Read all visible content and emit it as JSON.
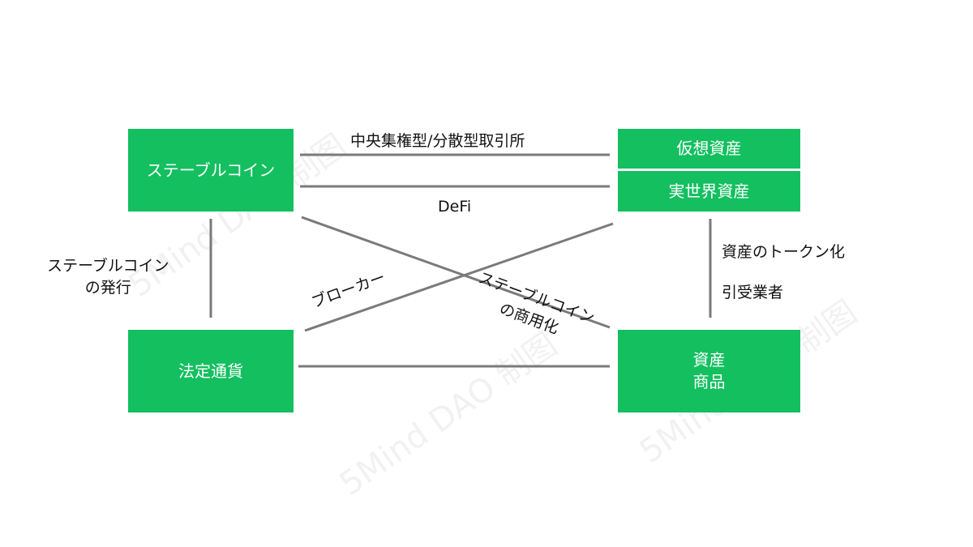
{
  "colors": {
    "box": "#14bf60",
    "line": "#7a7a7a",
    "text": "#111111"
  },
  "nodes": {
    "stablecoin": "ステーブルコイン",
    "virtual_assets": "仮想資産",
    "real_world_assets": "実世界資産",
    "fiat": "法定通貨",
    "asset_goods_line1": "資産",
    "asset_goods_line2": "商品"
  },
  "edge_labels": {
    "exchange": "中央集権型/分散型取引所",
    "defi": "DeFi",
    "issuance_line1": "ステーブルコイン",
    "issuance_line2": "の発行",
    "broker": "ブローカー",
    "commercial_line1": "ステーブルコイン",
    "commercial_line2": "の商用化",
    "tokenization": "資産のトークン化",
    "underwriter": "引受業者"
  },
  "watermark": "5Mind DAO 制图"
}
